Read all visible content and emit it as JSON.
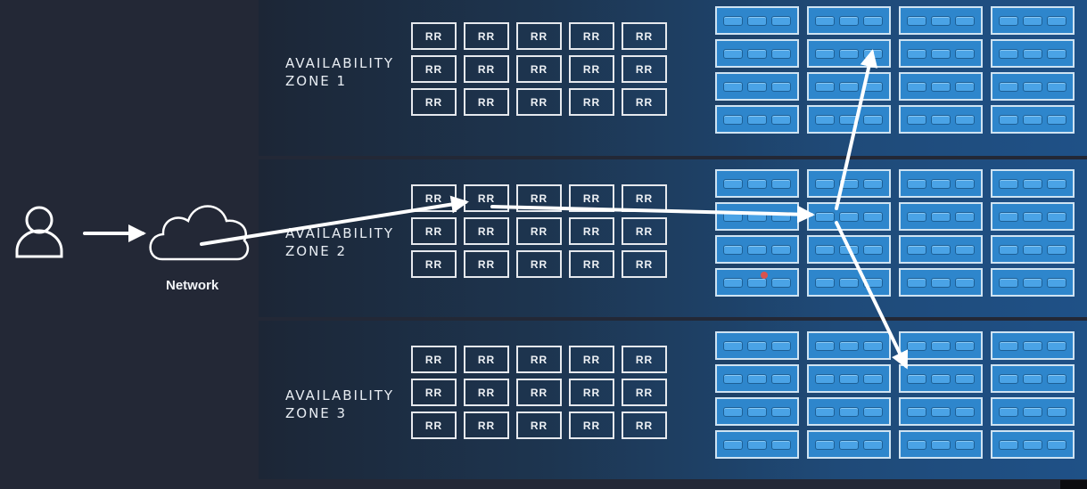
{
  "zones": [
    {
      "label_line1": "AVAILABILITY",
      "label_line2": "ZONE 1"
    },
    {
      "label_line1": "AVAILABILITY",
      "label_line2": "ZONE 2"
    },
    {
      "label_line1": "AVAILABILITY",
      "label_line2": "ZONE 3"
    }
  ],
  "replica_label": "RR",
  "network_label": "Network",
  "icons": {
    "user": "user-icon",
    "cloud": "cloud-icon",
    "disk": "disk-icon"
  },
  "colors": {
    "background": "#232836",
    "storage_unit": "#2e86cc",
    "arrow": "#ffffff",
    "zone_gradient_end": "#1f5187"
  }
}
